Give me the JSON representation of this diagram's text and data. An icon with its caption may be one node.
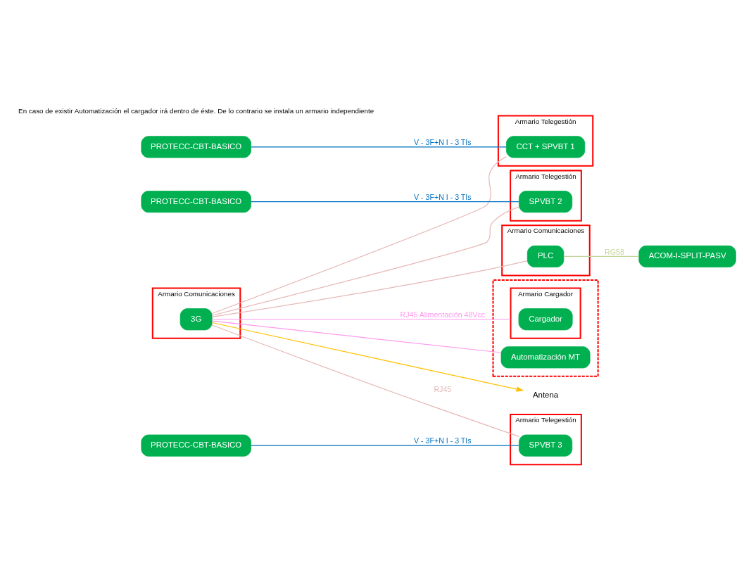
{
  "diagram": {
    "nodes": [
      {
        "text": [
          "Armario Comunicaciones"
        ]
      },
      {
        "text": [
          "3G"
        ],
        "in": 0
      },
      {
        "text": [
          "Armario Comunicaciones"
        ]
      },
      {
        "text": [
          "PLC"
        ],
        "in": 2
      },
      {
        "text": [
          "Antena"
        ]
      },
      {
        "text": [
          "Armario Telegestión"
        ]
      },
      {
        "text": [
          "CCT + SPVBT 1"
        ],
        "in": 5
      },
      {
        "text": [
          "PROTECC-CBT-BASICO"
        ]
      },
      {
        "text": [
          "Armario Telegestión"
        ]
      },
      {
        "text": [
          "SPVBT 2"
        ],
        "in": 8
      },
      {
        "text": [
          "PROTECC-CBT-BASICO"
        ]
      },
      {
        "text": [
          "Armario Telegestión"
        ]
      },
      {
        "text": [
          "SPVBT 3"
        ],
        "in": 11
      },
      {
        "text": [
          "PROTECC-CBT-BASICO"
        ]
      },
      {
        "text": [
          "ACOM-I-SPLIT-PASV"
        ]
      },
      {
        "text": [],
        "shape": "box"
      },
      {
        "text": [
          "Automatización MT"
        ],
        "in": 15
      },
      {
        "text": [
          "Armario Cargador"
        ],
        "in": 15
      },
      {
        "text": [
          "Cargador"
        ],
        "in": 17
      }
    ],
    "edges": [
      {
        "from": 1,
        "to": 4,
        "arrow": "to",
        "color": "#ffc000"
      },
      {
        "from": 1,
        "to": 3,
        "arrow": "none"
      },
      {
        "from": 1,
        "to": 6,
        "arrow": "none"
      },
      {
        "from": 1,
        "to": 9,
        "arrow": "none"
      },
      {
        "from": 1,
        "to": 12,
        "arrow": "none",
        "label": "RJ45"
      },
      {
        "from": 1,
        "to": 16,
        "arrow": "none",
        "color": "#ff99ee"
      },
      {
        "from": 1,
        "to": 17,
        "arrow": "none",
        "label": "RJ45 Alimentación 48Vcc",
        "color": "#ff99ee"
      },
      {
        "from": 3,
        "to": 14,
        "arrow": "none",
        "label": "RG58",
        "color": "#c3d69b"
      },
      {
        "from": 7,
        "to": 6,
        "arrow": "none",
        "label": "V - 3F+N I - 3 TIs",
        "color": "#0070c0"
      },
      {
        "from": 10,
        "to": 9,
        "arrow": "none",
        "label": "V - 3F+N I - 3 TIs",
        "color": "#0070c0"
      },
      {
        "from": 13,
        "to": 12,
        "arrow": "none",
        "label": "V - 3F+N I - 3 TIs",
        "color": "#0070c0"
      }
    ],
    "labels": [
      "En caso de existir Automatización el cargador irá dentro de éste. De lo contrario se instala un armario independiente"
    ]
  }
}
